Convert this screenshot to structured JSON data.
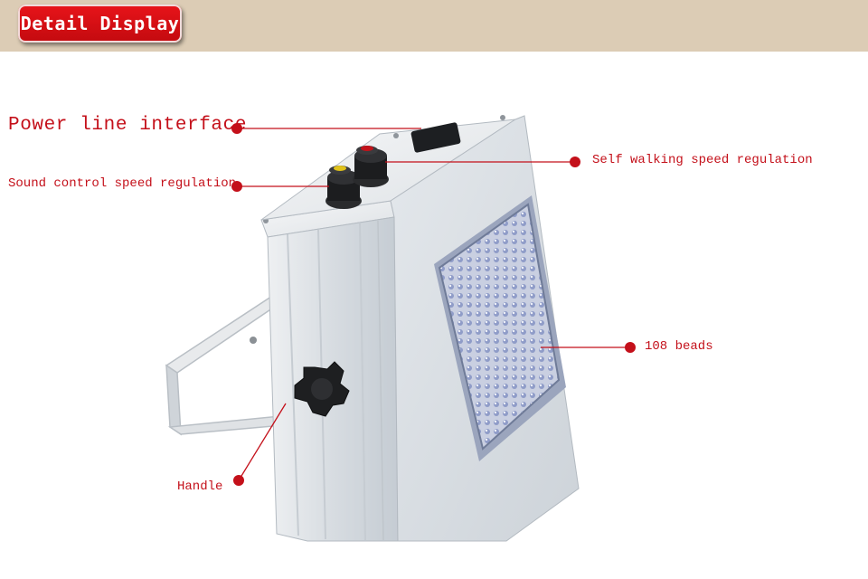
{
  "header": {
    "title": "Detail Display"
  },
  "callouts": {
    "power_line_interface": "Power line interface",
    "sound_control": "Sound control speed regulation",
    "self_walking": "Self walking speed regulation",
    "beads": "108 beads",
    "handle": "Handle"
  },
  "colors": {
    "header_band": "#dcccb5",
    "badge_red": "#d8101a",
    "callout_red": "#c4101a",
    "housing": "#d8dde2",
    "led_panel": "#b7c2dd"
  }
}
